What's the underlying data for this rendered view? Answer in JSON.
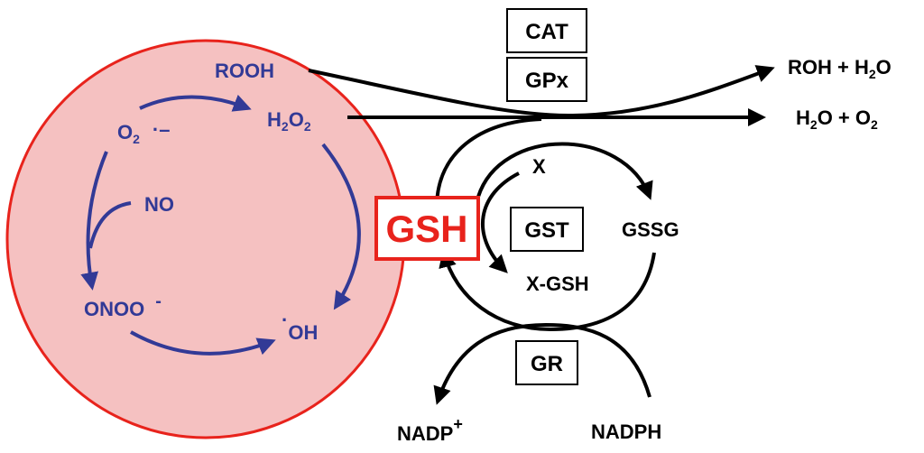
{
  "colors": {
    "circle_fill": "#f5c1c1",
    "circle_stroke": "#e8231c",
    "ros_blue": "#323a96",
    "gsh_red": "#e8231c",
    "black": "#000000"
  },
  "enzymes": {
    "cat": "CAT",
    "gpx": "GPx",
    "gst": "GST",
    "gr": "GR"
  },
  "ros": {
    "rooh": "ROOH",
    "h2o2": {
      "base1": "H",
      "sub1": "2",
      "base2": "O",
      "sub2": "2"
    },
    "superoxide": {
      "base": "O",
      "sub": "2",
      "sup": "·–"
    },
    "no": "NO",
    "peroxynitrite": {
      "base": "ONOO",
      "sup": "-"
    },
    "hydroxyl": {
      "sup": "·",
      "base": "OH"
    }
  },
  "gsh": "GSH",
  "cycle": {
    "x": "X",
    "gssg": "GSSG",
    "xgsh": "X-GSH",
    "nadp": {
      "base": "NADP",
      "sup": "+"
    },
    "nadph": "NADPH"
  },
  "products": {
    "roh_h2o": {
      "part1": "ROH + H",
      "sub": "2",
      "part2": "O"
    },
    "h2o_o2": {
      "part1": "H",
      "sub1": "2",
      "part2": "O + O",
      "sub2": "2"
    }
  }
}
